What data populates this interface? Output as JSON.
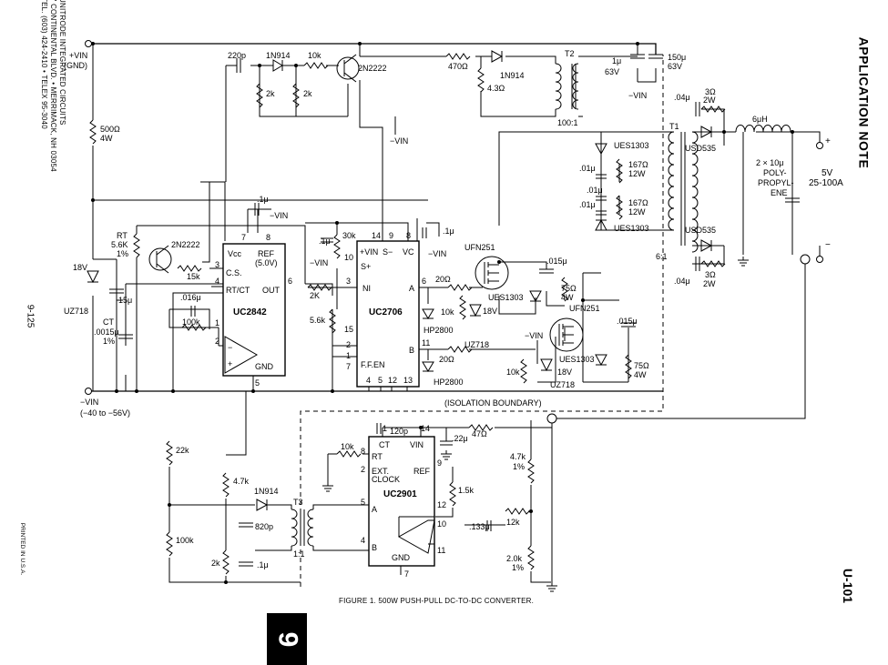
{
  "header": {
    "company_lines": [
      "UNITRODE INTEGRATED CIRCUITS",
      "7 CONTINENTAL BLVD. • MERRIMACK, NH 03054",
      "TEL. (603) 424-2410 • TELEX 95-3040"
    ],
    "page_number": "9-125",
    "printed": "PRINTED IN U.S.A.",
    "app_note": "APPLICATION NOTE",
    "doc_id": "U-101",
    "section_tab": "9"
  },
  "figure": {
    "caption": "FIGURE 1. 500W PUSH-PULL DC-TO-DC CONVERTER.",
    "isolation_label": "(ISOLATION BOUNDARY)"
  },
  "chips": {
    "uc2842": {
      "name": "UC2842",
      "vcc": "Vcc",
      "ref": "REF",
      "ref_v": "(5.0V)",
      "cs": "C.S.",
      "rtct": "RT/CT",
      "out": "OUT",
      "gnd": "GND",
      "pins": [
        "7",
        "8",
        "3",
        "4",
        "6",
        "1",
        "2",
        "5"
      ]
    },
    "uc2706": {
      "name": "UC2706",
      "vin": "+VIN",
      "s_minus": "S−",
      "vc": "VC",
      "s_plus": "S+",
      "ni": "NI",
      "a": "A",
      "b": "B",
      "ffen": "F.F.EN",
      "pins": [
        "14",
        "9",
        "8",
        "10",
        "3",
        "6",
        "15",
        "2",
        "1",
        "7",
        "11",
        "4",
        "5",
        "12",
        "13"
      ]
    },
    "uc2901": {
      "name": "UC2901",
      "ct": "CT",
      "vin": "VIN",
      "rt": "RT",
      "ext": "EXT.",
      "clock": "CLOCK",
      "ref": "REF",
      "a": "A",
      "b": "B",
      "gnd": "GND",
      "pins": [
        "1",
        "14",
        "8",
        "2",
        "9",
        "12",
        "5",
        "10",
        "4",
        "11",
        "7"
      ]
    }
  },
  "labels": {
    "vin_pos": "+VIN",
    "gnd": "(GND)",
    "vin_neg": "−VIN",
    "vin_range": "(−40 to −56V)",
    "r500": "500Ω",
    "r500_w": "4W",
    "z18": "18V",
    "uz718": "UZ718",
    "c15": "15μ",
    "rt": "RT",
    "rt_val": "5.6K",
    "rt_pct": "1%",
    "ct": "CT",
    "ct_val": ".0015μ",
    "ct_pct": "1%",
    "q2n2222a": "2N2222",
    "r15k": "15k",
    "c016": ".016μ",
    "r100k": "100k",
    "c220p": "220p",
    "d1n914a": "1N914",
    "r10k_top": "10k",
    "q2n2222b": "2N2222",
    "r2k_a": "2k",
    "r2k_b": "2k",
    "r470": "470Ω",
    "d1n914b": "1N914",
    "r43": "4.3Ω",
    "vin_minus_1": "−VIN",
    "t2": "T2",
    "t2_ratio": "100:1",
    "c1u_top": "1μ",
    "c63v": "63V",
    "c150": "150μ",
    "c150_v": "63V",
    "vin_minus_2": "−VIN",
    "c1u_2842": ".1μ",
    "vin_minus_3": "−VIN",
    "r30k": "30k",
    "c1u_2706": ".1μ",
    "vin_minus_4": "−VIN",
    "c1u_right": ".1μ",
    "vin_minus_5": "−VIN",
    "r2k_ni": "2K",
    "r56k": "5.6k",
    "ufn251a": "UFN251",
    "ufn251b": "UFN251",
    "r20_a": "20Ω",
    "r20_b": "20Ω",
    "hp2800a": "HP2800",
    "hp2800b": "HP2800",
    "r10k_a": "10k",
    "z18a": "18V",
    "uz718a": "UZ718",
    "r10k_b": "10k",
    "z18b": "18V",
    "uz718b": "UZ718",
    "c015a": ".015μ",
    "c015b": ".015μ",
    "ues1303a": "UES1303",
    "ues1303b": "UES1303",
    "r75a": "75Ω",
    "r75a_w": "4W",
    "r75b": "75Ω",
    "r75b_w": "4W",
    "vin_minus_6": "−VIN",
    "ues1303c": "UES1303",
    "ues1303d": "UES1303",
    "r167a": "167Ω",
    "r167a_w": "12W",
    "r167b": "167Ω",
    "r167b_w": "12W",
    "c01a": ".01μ",
    "c01b": ".01μ",
    "c01c": ".01μ",
    "t1": "T1",
    "t1_ratio": "6:1",
    "usd535a": "USD535",
    "usd535b": "USD535",
    "c04a": ".04μ",
    "r3a": "3Ω",
    "r3a_w": "2W",
    "c04b": ".04μ",
    "r3b": "3Ω",
    "r3b_w": "2W",
    "l6u": "6μH",
    "cap_out_1": "2 × 10μ",
    "cap_out_2": "POLY-",
    "cap_out_3": "PROPYL-",
    "cap_out_4": "ENE",
    "out_v": "5V",
    "out_a": "25-100A",
    "plus": "+",
    "minus": "−",
    "r22k": "22k",
    "r100k_b": "100k",
    "r47k": "4.7k",
    "d1n914c": "1N914",
    "c820p": "820p",
    "r2k_c": "2k",
    "c1u_b": ".1μ",
    "t3": "T3",
    "t3_ratio": "1:1",
    "c120p": "120p",
    "c22": ".22μ",
    "r47": "47Ω",
    "r10k_rt": "10k",
    "r15k_b": "1.5k",
    "c133": ".133μ",
    "r12k": "12k",
    "r47k_b": "4.7k",
    "r47k_b_pct": "1%",
    "r20k": "2.0k",
    "r20k_pct": "1%"
  }
}
